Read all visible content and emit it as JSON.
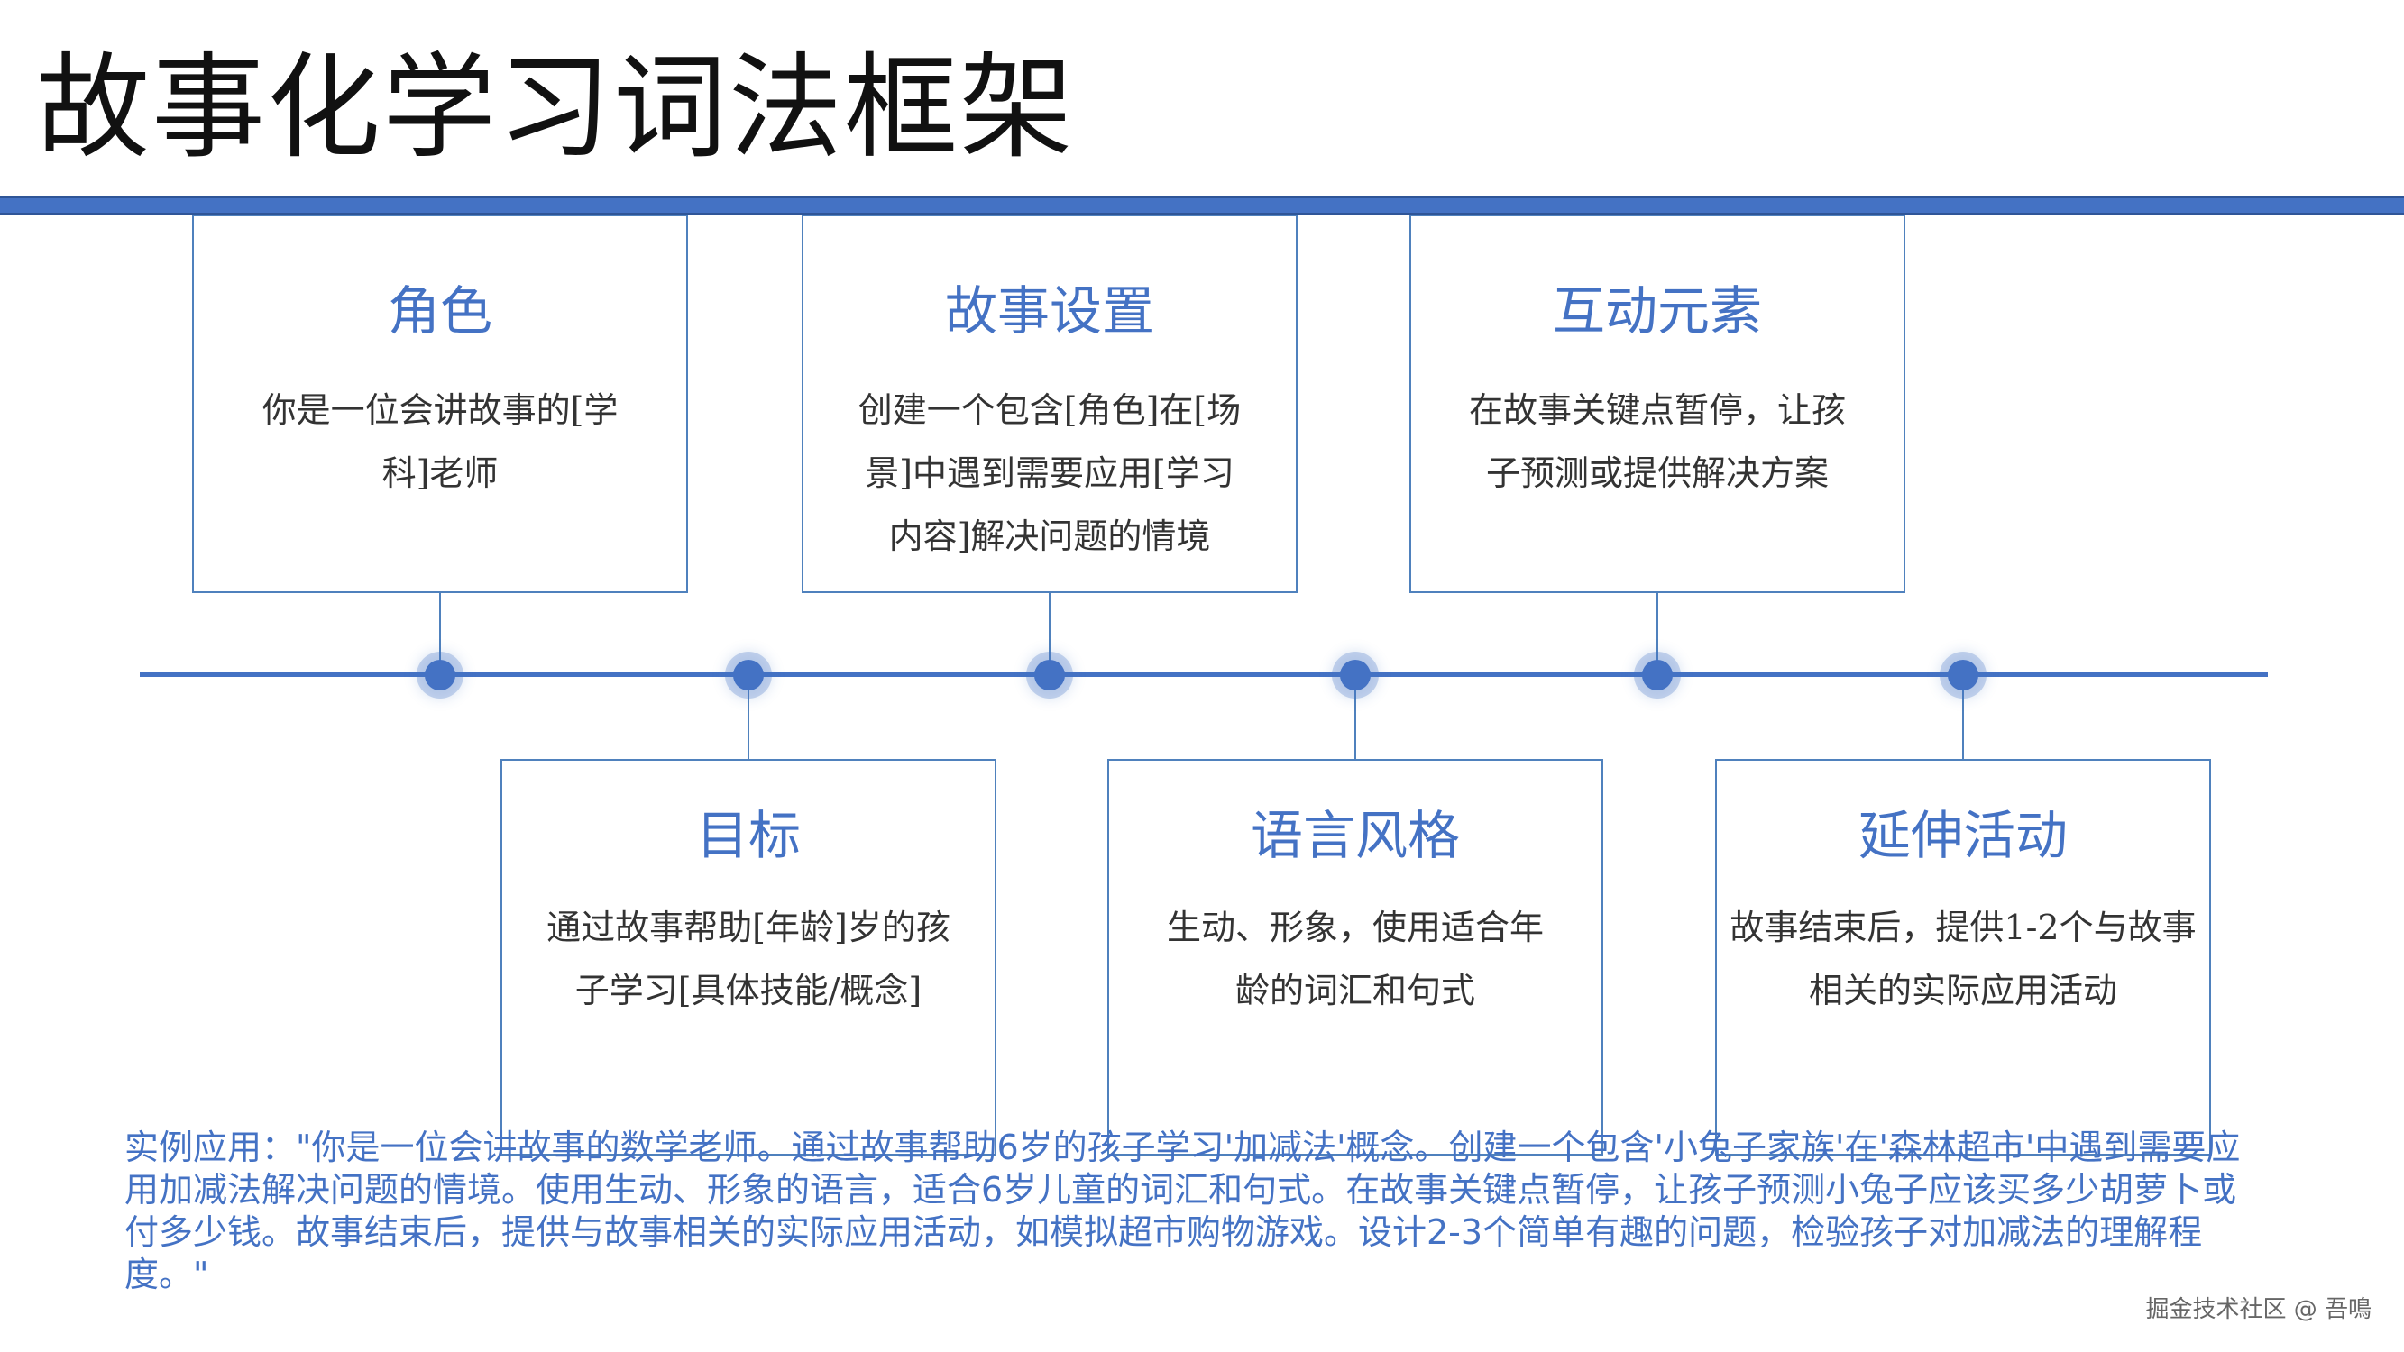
{
  "title": "故事化学习词法框架",
  "cards": [
    {
      "title": "角色",
      "desc": "你是一位会讲故事的[学科]老师"
    },
    {
      "title": "目标",
      "desc": "通过故事帮助[年龄]岁的孩子学习[具体技能/概念]"
    },
    {
      "title": "故事设置",
      "desc": "创建一个包含[角色]在[场景]中遇到需要应用[学习内容]解决问题的情境"
    },
    {
      "title": "语言风格",
      "desc": "生动、形象，使用适合年龄的词汇和句式"
    },
    {
      "title": "互动元素",
      "desc": "在故事关键点暂停，让孩子预测或提供解决方案"
    },
    {
      "title": "延伸活动",
      "desc": "故事结束后，提供1-2个与故事相关的实际应用活动"
    }
  ],
  "example": "实例应用：\"你是一位会讲故事的数学老师。通过故事帮助6岁的孩子学习'加减法'概念。创建一个包含'小兔子家族'在'森林超市'中遇到需要应用加减法解决问题的情境。使用生动、形象的语言，适合6岁儿童的词汇和句式。在故事关键点暂停，让孩子预测小兔子应该买多少胡萝卜或付多少钱。故事结束后，提供与故事相关的实际应用活动，如模拟超市购物游戏。设计2-3个简单有趣的问题，检验孩子对加减法的理解程度。\"",
  "watermark": "掘金技术社区 @ 吾鳴",
  "colors": {
    "accent": "#4472c4",
    "border": "#4f81bd"
  }
}
